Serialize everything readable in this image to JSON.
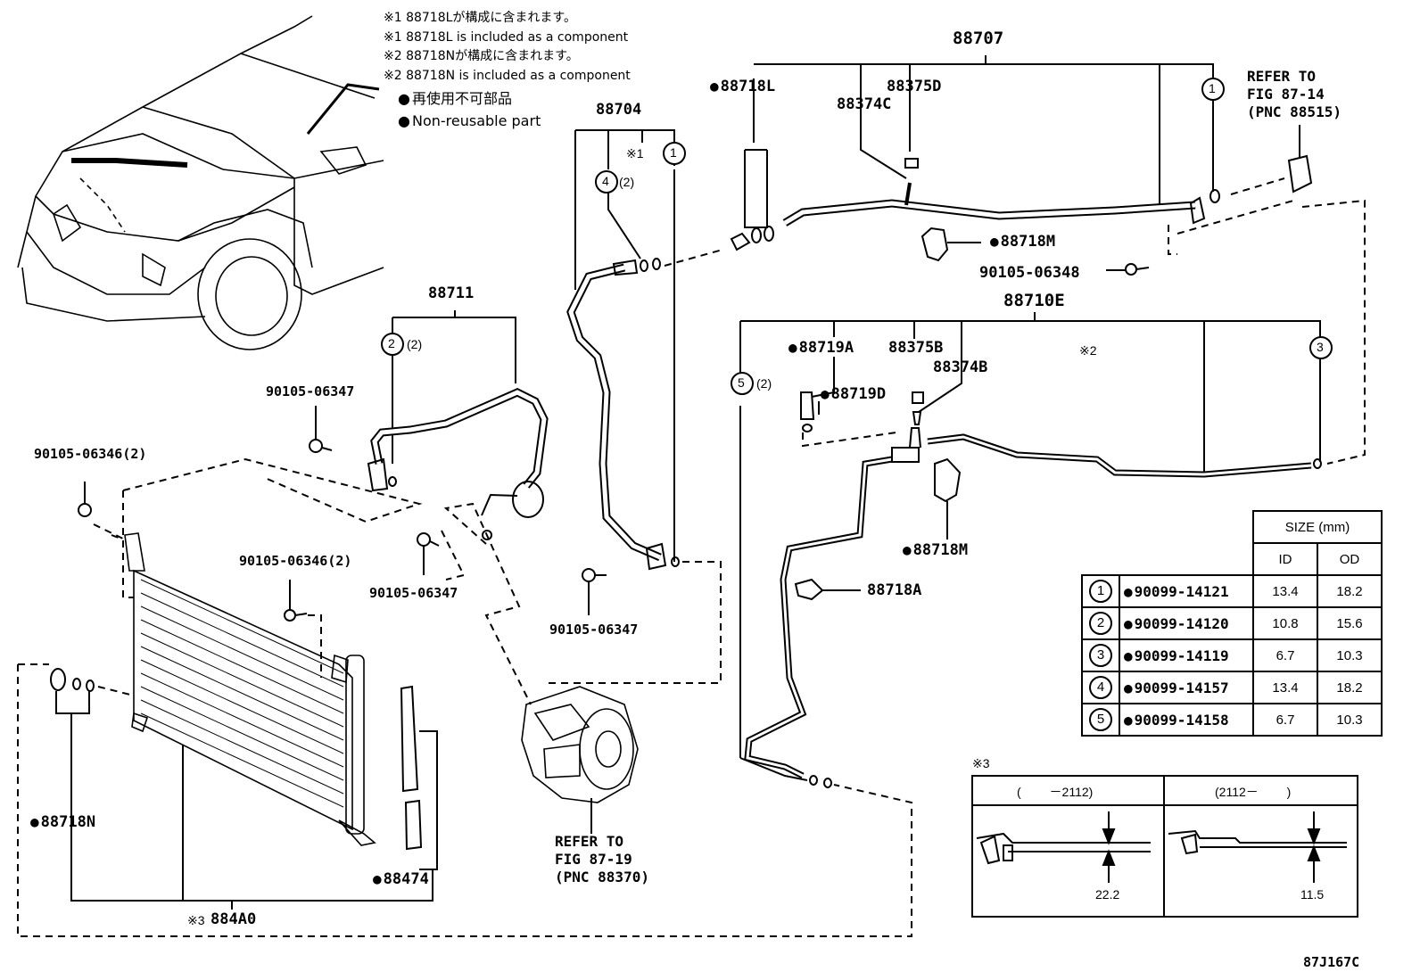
{
  "notes": {
    "n1_ja": "※1 88718Lが構成に含まれます。",
    "n1_en": "※1 88718L is included as a component",
    "n2_ja": "※2 88718Nが構成に含まれます。",
    "n2_en": "※2 88718N is included as a component",
    "legend_ja": "再使用不可部品",
    "legend_en": "Non-reusable part"
  },
  "labels": {
    "p88707": "88707",
    "p88718L": "88718L",
    "p88375D": "88375D",
    "p88374C": "88374C",
    "p88704": "88704",
    "x1": "※1",
    "p88718M_top": "88718M",
    "p90105_06348": "90105-06348",
    "p88710E": "88710E",
    "p88719A": "88719A",
    "p88375B": "88375B",
    "p88374B": "88374B",
    "p88719D": "88719D",
    "x2": "※2",
    "p88711": "88711",
    "p90105_06347_a": "90105-06347",
    "p90105_06346_2a": "90105-06346(2)",
    "p90105_06346_2b": "90105-06346(2)",
    "p90105_06347_b": "90105-06347",
    "p90105_06347_c": "90105-06347",
    "p88718M_mid": "88718M",
    "p88718A": "88718A",
    "p88718N": "88718N",
    "p88474": "88474",
    "x3": "※3",
    "p884A0": "884A0",
    "qty2": "(2)",
    "figcode": "87J167C"
  },
  "refs": {
    "r1_l1": "REFER TO",
    "r1_l2": "FIG 87-14",
    "r1_l3": "(PNC 88515)",
    "r2_l1": "REFER TO",
    "r2_l2": "FIG 87-19",
    "r2_l3": "(PNC 88370)"
  },
  "callouts": [
    "1",
    "2",
    "3",
    "4",
    "5"
  ],
  "size_table": {
    "header": "SIZE (mm)",
    "col_id": "ID",
    "col_od": "OD",
    "rows": [
      {
        "no": "1",
        "code": "90099-14121",
        "id": "13.4",
        "od": "18.2"
      },
      {
        "no": "2",
        "code": "90099-14120",
        "id": "10.8",
        "od": "15.6"
      },
      {
        "no": "3",
        "code": "90099-14119",
        "id": "6.7",
        "od": "10.3"
      },
      {
        "no": "4",
        "code": "90099-14157",
        "id": "13.4",
        "od": "18.2"
      },
      {
        "no": "5",
        "code": "90099-14158",
        "id": "6.7",
        "od": "10.3"
      }
    ]
  },
  "variant_box": {
    "mark": "※3",
    "left_header": "(　　 －2112)",
    "right_header": "(2112－　　 )",
    "left_dim": "22.2",
    "right_dim": "11.5"
  }
}
